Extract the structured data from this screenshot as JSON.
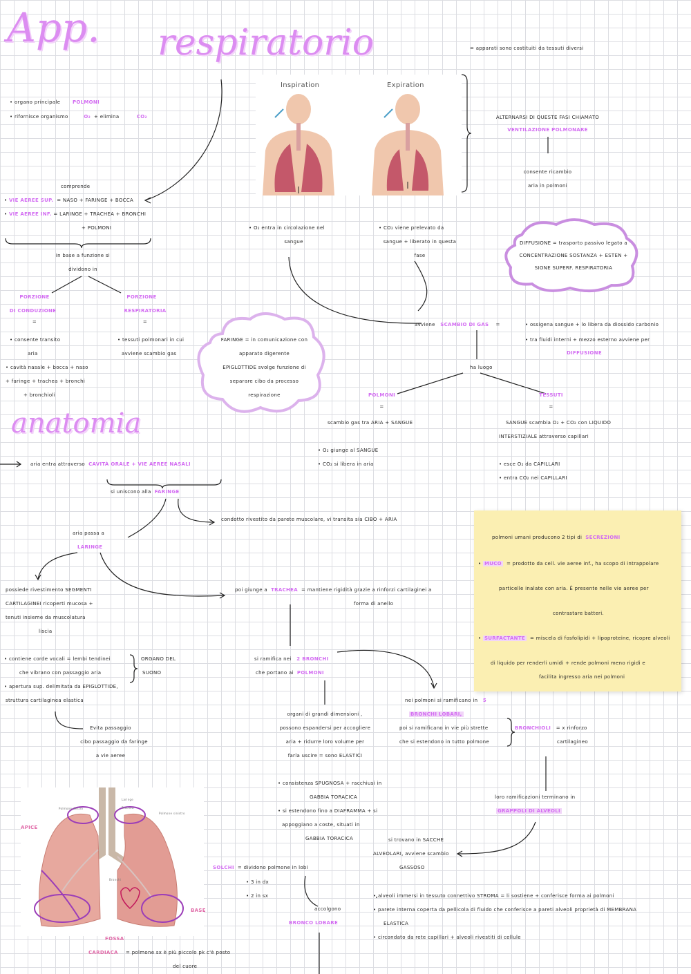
{
  "title": {
    "part1": "App.",
    "part2": "respiratorio"
  },
  "header_note": "= apparati sono costituiti da tessuti diversi",
  "intro": {
    "line1": "organo principale",
    "line1_key": "POLMONI",
    "line2": "rifornisce organismo",
    "o2": "O₂",
    "plus_elim": "+ elimina",
    "co2": "CO₂"
  },
  "fig1": {
    "inspiration": "Inspiration",
    "expiration": "Expiration"
  },
  "ventilation": {
    "l1": "ALTERNARSI DI QUESTE FASI CHIAMATO",
    "l2": "VENTILAZIONE POLMONARE",
    "l3": "consente ricambio",
    "l4": "aria in polmoni"
  },
  "comprende": {
    "label": "comprende",
    "sup_key": "VIE AEREE SUP.",
    "sup_rest": "= NASO + FARINGE + BOCCA",
    "inf_key": "VIE AEREE INF.",
    "inf_rest": "= LARINGE + TRACHEA + BRONCHI",
    "inf_rest2": "+ POLMONI"
  },
  "division": {
    "l1": "in base a funzione si",
    "l2": "dividono in"
  },
  "portion_cond": {
    "l1": "PORZIONE",
    "l2": "DI CONDUZIONE",
    "eq": "=",
    "d1": "consente transito",
    "d2": "aria",
    "d3": "cavità nasale + bocca + naso",
    "d4": "+ faringe + trachea + bronchi",
    "d5": "+ bronchioli"
  },
  "portion_resp": {
    "l1": "PORZIONE",
    "l2": "RESPIRATORIA",
    "eq": "=",
    "d1": "tessuti polmonari in cui",
    "d2": "avviene scambio gas"
  },
  "cloud_faringe": {
    "l1": "FARINGE = in comunicazione con",
    "l2": "apparato digerente",
    "l3": "EPIGLOTTIDE svolge funzione di",
    "l4": "separare cibo da processo",
    "l5": "respirazione"
  },
  "gas_in": {
    "l1": "O₂ entra in circolazione nel",
    "l2": "sangue"
  },
  "gas_out": {
    "l1": "CO₂ viene prelevato da",
    "l2": "sangue + liberato in questa",
    "l3": "fase"
  },
  "cloud_diff": {
    "l1": "DIFFUSIONE = trasporto passivo legato a",
    "l2": "CONCENTRAZIONE SOSTANZA + ESTEN +",
    "l3": "SIONE SUPERF. RESPIRATORIA"
  },
  "scambio": {
    "pre": "avviene",
    "key": "SCAMBIO DI GAS",
    "eq": "=",
    "d1": "ossigena sangue + lo libera da diossido carbonio",
    "d2": "tra fluidi interni + mezzo esterno avviene per",
    "d3": "DIFFUSIONE",
    "ha_luogo": "ha luogo"
  },
  "polmoni_branch": {
    "key": "POLMONI",
    "eq": "=",
    "l1": "scambio gas tra ARIA + SANGUE",
    "b1": "O₂ giunge al SANGUE",
    "b2": "CO₂ si libera in aria"
  },
  "tessuti_branch": {
    "key": "TESSUTI",
    "eq": "=",
    "l1": "SANGUE scambia O₂ + CO₂ con LIQUIDO",
    "l2": "INTERSTIZIALE attraverso capillari",
    "b1": "esce O₂ da CAPILLARI",
    "b2": "entra CO₂ nei CAPILLARI"
  },
  "anatomia": {
    "title": "anatomia",
    "l1": "aria entra attraverso",
    "l1_key": "CAVITÀ ORALE + VIE AEREE NASALI",
    "l2": "si uniscono alla",
    "l2_key": "FARINGE",
    "condotto": "condotto rivestito da parete muscolare, vi transita sia CIBO + ARIA",
    "aria_passa": "aria passa a",
    "laringe": "LARINGE"
  },
  "laringe_desc": {
    "l1": "possiede rivestimento SEGMENTI",
    "l2": "CARTILAGINEI ricoperti mucosa +",
    "l3": "tenuti insieme da muscolatura",
    "l4": "liscia",
    "c1": "contiene corde vocali = lembi tendinei",
    "c2": "che vibrano con passaggio aria",
    "organo1": "ORGANO DEL",
    "organo2": "SUONO",
    "a1": "apertura sup. delimitata da EPIGLOTTIDE,",
    "a2": "struttura cartilaginea elastica",
    "e1": "Evita passaggio",
    "e2": "cibo passaggio da faringe",
    "e3": "a vie aeree"
  },
  "trachea": {
    "pre": "poi giunge a",
    "key": "TRACHEA",
    "rest": "= mantiene rigidità grazie a rinforzi cartilaginei a",
    "rest2": "forma di anello"
  },
  "bronchi": {
    "l1": "si ramifica nei",
    "key": "2 BRONCHI",
    "l2": "che portano ai",
    "key2": "POLMONI"
  },
  "organs": {
    "l1": "organi di grandi dimensioni ,",
    "l2": "possono espandersi per accogliere",
    "l3": "aria + ridurre loro volume per",
    "l4": "farla uscire = sono ELASTICI",
    "l5": "consistenza SPUGNOSA + racchiusi in",
    "l6": "GABBIA TORACICA",
    "l7": "si estendono fino a DIAFRAMMA + si",
    "l8": "appoggiano a coste, situati in",
    "l9": "GABBIA TORACICA"
  },
  "lobari": {
    "l1": "nei polmoni si ramificano in",
    "num": "5",
    "key": "BRONCHI LOBARI,",
    "l2": "poi si ramificano in vie più strette",
    "l3": "che si estendono in tutto polmone",
    "bron_key": "BRONCHIOLI",
    "bron_rest": "= x rinforzo",
    "bron_rest2": "cartilagineo",
    "r1": "loro ramificazioni terminano in",
    "r2_key": "GRAPPOLI DI ALVEOLI",
    "s1": "si trovano in SACCHE",
    "s2": "ALVEOLARI, avviene scambio",
    "s3": "GASSOSO"
  },
  "secrezioni": {
    "l1": "polmoni umani producono 2 tipi di",
    "key": "SECREZIONI",
    "muco_key": "MUCO",
    "muco1": "= prodotto da cell. vie aeree inf., ha scopo di intrappolare",
    "muco2": "particelle inalate con aria. È presente nelle vie aeree per",
    "muco3": "contrastare batteri.",
    "surf_key": "SURFACTANTE",
    "surf1": "= miscela di fosfolipidi + lipoproteine, ricopre alveoli",
    "surf2": "di liquido per renderli umidi + rende polmoni meno rigidi e",
    "surf3": "facilita ingresso aria nei polmoni"
  },
  "lung_fig": {
    "apice": "APICE",
    "base": "BASE",
    "fossa": "FOSSA",
    "cardiaca": "CARDIACA",
    "cardiaca_note": "= polmone sx è più piccolo pk c'è posto",
    "cardiaca_note2": "del cuore",
    "lab1": "Polmone destro",
    "lab2": "Laringe",
    "lab3": "Trachea",
    "lab4": "Polmone sinistro",
    "lab5": "Bronchi"
  },
  "solchi": {
    "key": "SOLCHI",
    "rest": "= dividono polmone in lobi",
    "dx": "3 in dx",
    "sx": "2 in sx",
    "accolgono": "accolgono",
    "bronco": "BRONCO LOBARE"
  },
  "alveoli": {
    "a1": "alveoli immersi in tessuto connettivo STROMA = li sostiene + conferisce forma ai polmoni",
    "a2": "parete interna coperta da pellicola di fluido che conferisce a pareti alveoli proprietà di MEMBRANA",
    "a3": "ELASTICA",
    "a4": "circondato da rete capillari + alveoli rivestiti di cellule"
  },
  "colors": {
    "accent": "#d36cf2",
    "title": "#dc8df1",
    "note": "#fbefb2",
    "cloud": "#c98ee0"
  }
}
